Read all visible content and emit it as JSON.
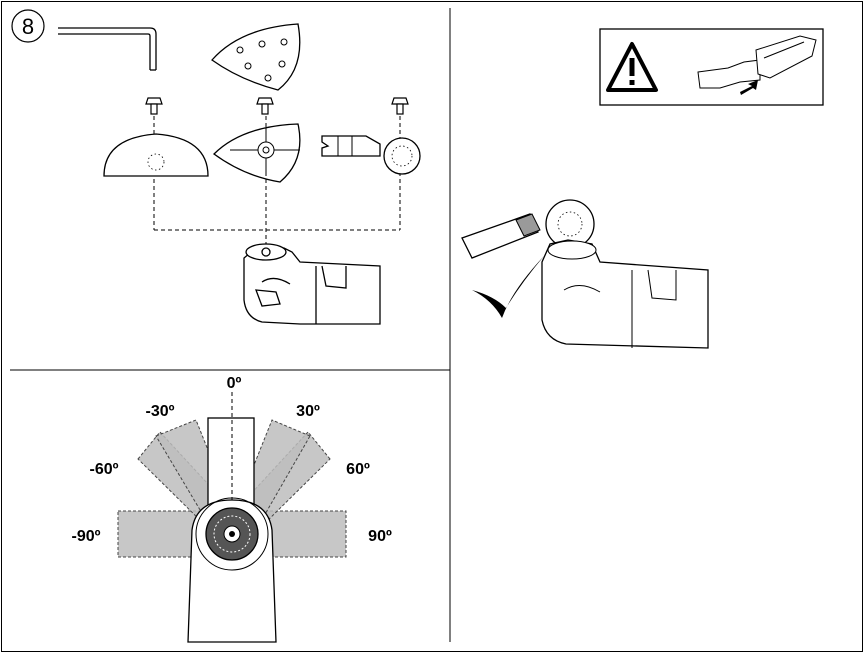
{
  "step": {
    "number": "8"
  },
  "angles": {
    "zero": "0º",
    "neg30": "-30º",
    "pos30": "30º",
    "neg60": "-60º",
    "pos60": "60º",
    "neg90": "-90º",
    "pos90": "90º"
  },
  "colors": {
    "line": "#000000",
    "fan_fill": "#bdbdbd",
    "blade_highlight": "#9a9a9a",
    "hatch": "#888888"
  },
  "icons": {
    "warning": "warning-triangle-icon",
    "check": "checkmark-icon"
  }
}
